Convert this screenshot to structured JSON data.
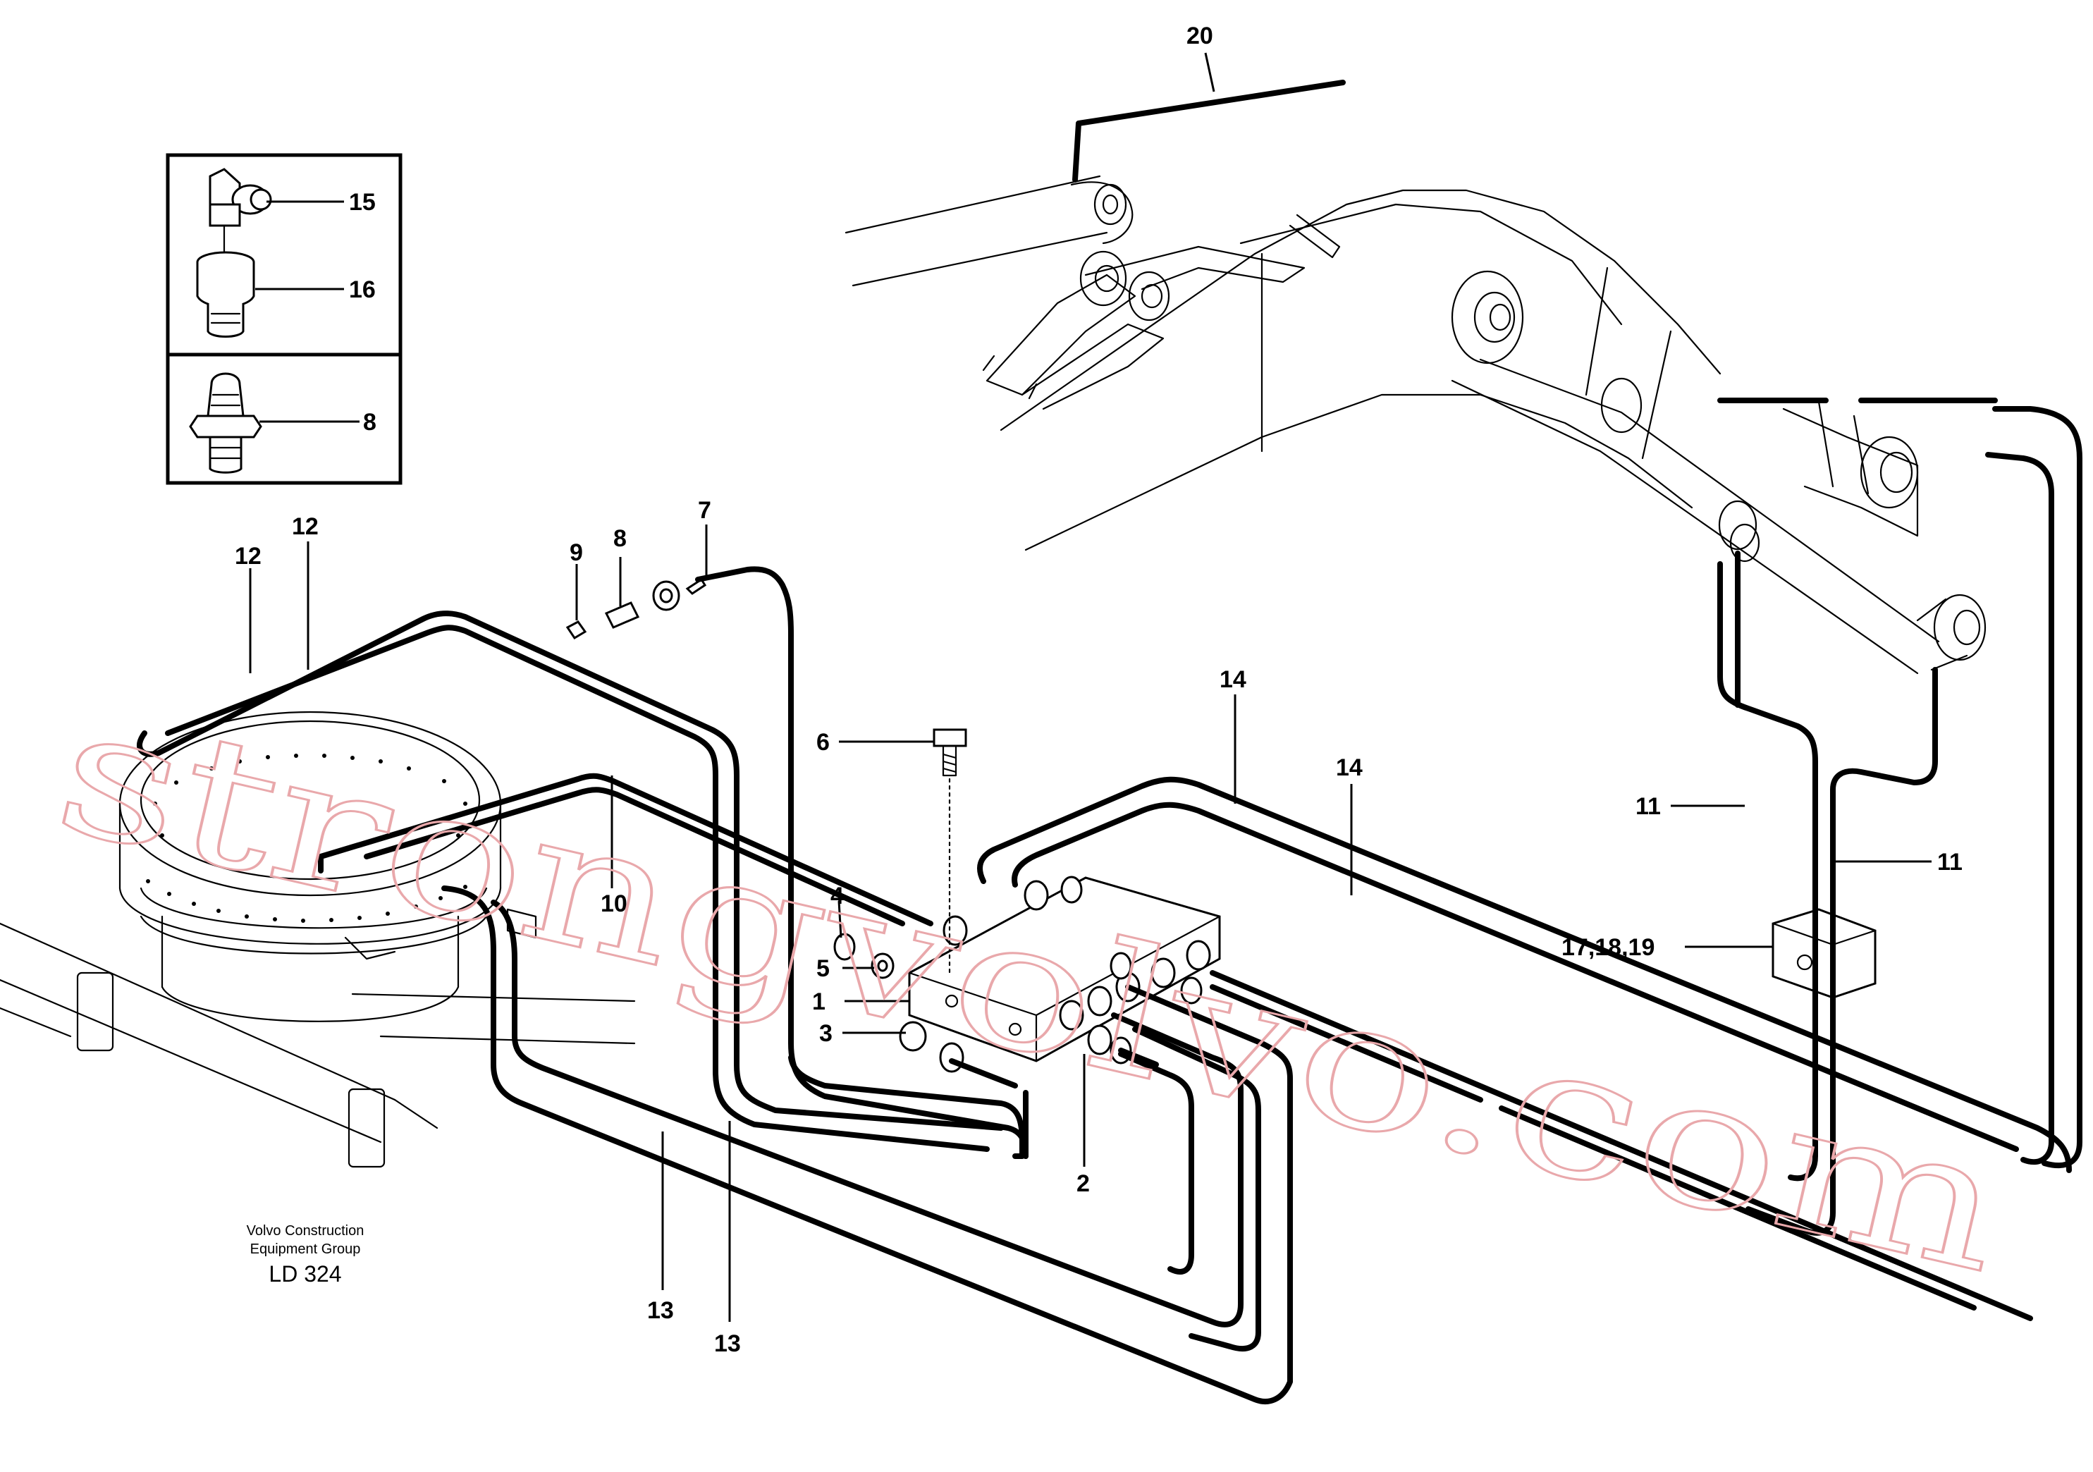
{
  "labels": {
    "l1": "1",
    "l2": "2",
    "l3": "3",
    "l4": "4",
    "l5": "5",
    "l6": "6",
    "l7": "7",
    "l8a": "8",
    "l8b": "8",
    "l9": "9",
    "l10": "10",
    "l11a": "11",
    "l11b": "11",
    "l12a": "12",
    "l12b": "12",
    "l13a": "13",
    "l13b": "13",
    "l14a": "14",
    "l14b": "14",
    "l15": "15",
    "l16": "16",
    "l171819": "17,18,19",
    "l20": "20"
  },
  "footer": {
    "line1": "Volvo Construction",
    "line2": "Equipment Group",
    "code": "LD 324"
  },
  "watermark": "strongvolvo.com"
}
